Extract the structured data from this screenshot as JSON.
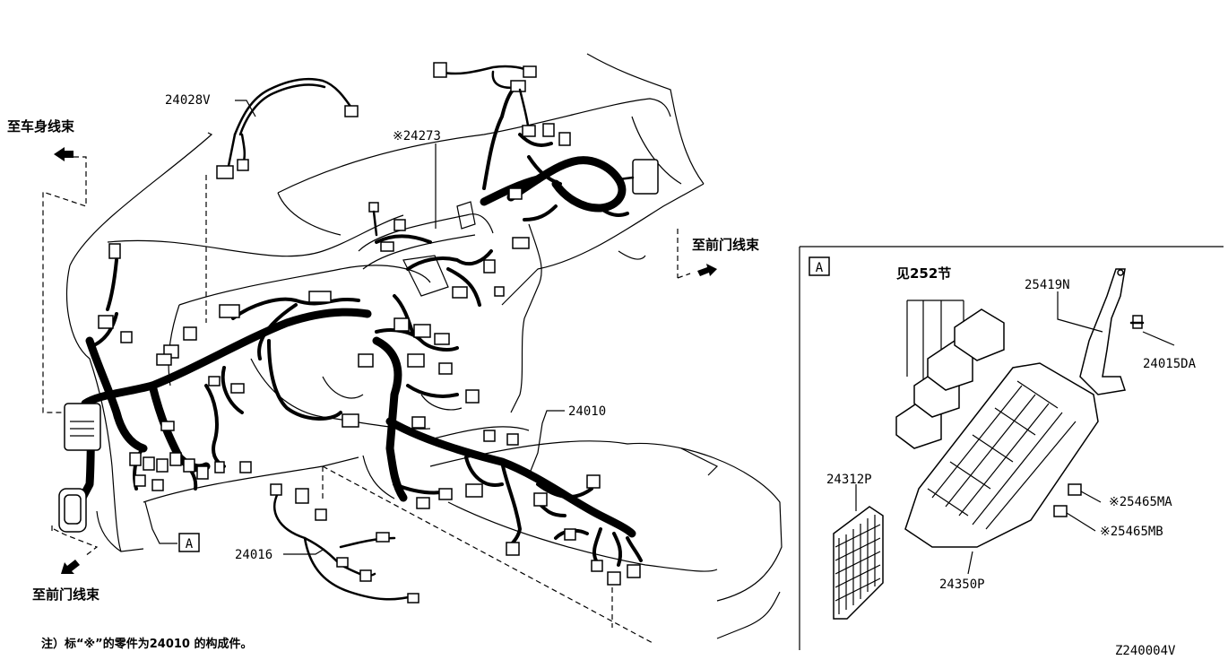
{
  "labels": {
    "p24028V": "24028V",
    "p24273": "※24273",
    "p24010": "24010",
    "p24016": "24016",
    "p25419N": "25419N",
    "p24015DA": "24015DA",
    "p24312P": "24312P",
    "p25465MA": "※25465MA",
    "p25465MB": "※25465MB",
    "p24350P": "24350P",
    "see252": "见252节"
  },
  "callouts": {
    "to_body_harness": "至车身线束",
    "to_front_door_harness_right": "至前门线束",
    "to_front_door_harness_left": "至前门线束",
    "detail_marker": "A",
    "detail_box_marker": "A"
  },
  "note": "注）标“※”的零件为24010 的构成件。",
  "diagram_code": "Z240004V"
}
